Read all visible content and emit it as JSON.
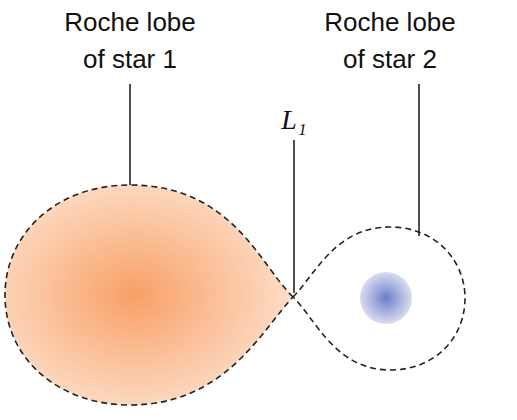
{
  "diagram": {
    "labels": [
      "Roche lobe of star 1",
      "Roche lobe of star 2",
      "L₁"
    ]
  }
}
